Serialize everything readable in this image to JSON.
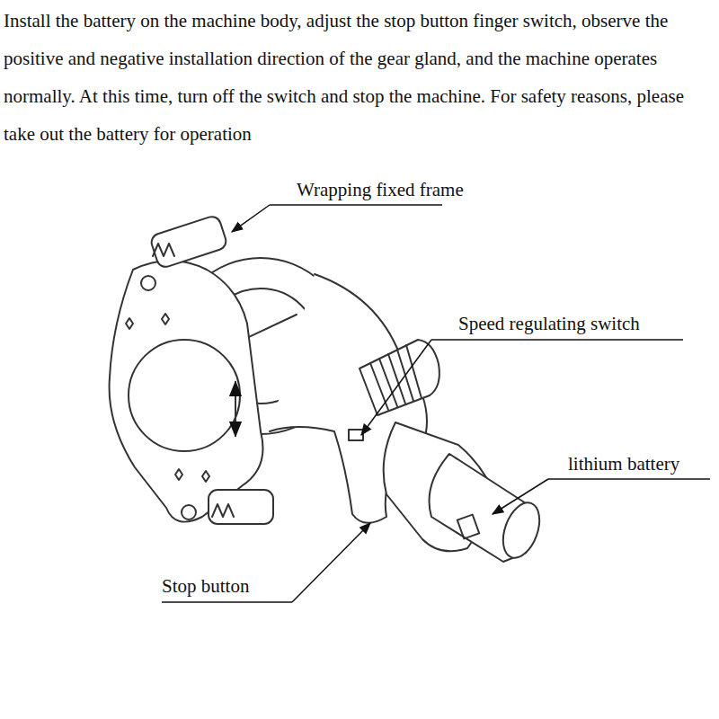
{
  "diagram": {
    "labels": [
      "Install the battery on the machine body, adjust the stop button finger switch, observe the positive and negative installation direction of the gear gland, and the machine operates normally. At this time, turn off the switch and stop the machine. For safety reasons, please take out the battery for operation",
      "Wrapping fixed frame",
      "Speed regulating switch",
      "lithium battery",
      "Stop button"
    ]
  }
}
